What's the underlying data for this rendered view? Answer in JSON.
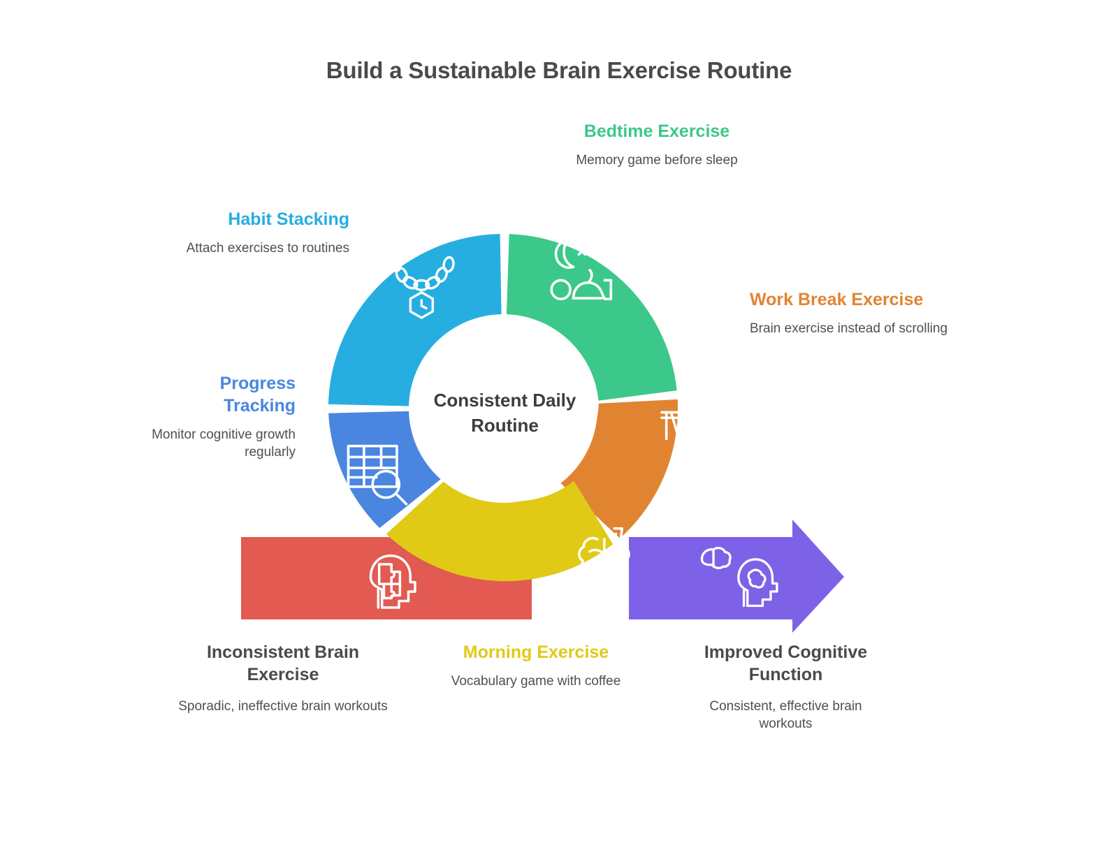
{
  "title": "Build a Sustainable Brain Exercise Routine",
  "center": {
    "line1": "Consistent Daily",
    "line2": "Routine",
    "text": "Consistent Daily Routine"
  },
  "colors": {
    "green": "#3CC88A",
    "orange": "#E18432",
    "yellow": "#E0CA16",
    "blue_cyan": "#27AEE0",
    "blue": "#4A86E0",
    "red": "#E25A52",
    "purple": "#7D62E8",
    "title_text": "#4a4a4a",
    "body_text": "#4f4f4f",
    "dark_heading": "#4a4a4a"
  },
  "segments": [
    {
      "key": "bedtime",
      "heading": "Bedtime Exercise",
      "description": "Memory game before sleep",
      "color": "#3CC88A",
      "icon": "moon-sleep-icon"
    },
    {
      "key": "work_break",
      "heading": "Work Break Exercise",
      "description": "Brain exercise instead of scrolling",
      "color": "#E18432",
      "icon": "person-at-desk-icon"
    },
    {
      "key": "morning",
      "heading": "Morning Exercise",
      "description": "Vocabulary game with coffee",
      "color": "#E0CA16",
      "icon": "brain-coffee-icon"
    },
    {
      "key": "progress",
      "heading": "Progress Tracking",
      "description": "Monitor cognitive growth regularly",
      "color": "#4A86E0",
      "icon": "table-search-icon"
    },
    {
      "key": "habit",
      "heading": "Habit Stacking",
      "description": "Attach exercises to routines",
      "color": "#27AEE0",
      "icon": "chain-link-icon"
    }
  ],
  "flow": {
    "start": {
      "heading": "Inconsistent Brain Exercise",
      "description": "Sporadic, ineffective brain workouts",
      "color": "#E25A52",
      "icon": "head-puzzle-icon"
    },
    "end": {
      "heading": "Improved Cognitive Function",
      "description": "Consistent, effective brain workouts",
      "color": "#7D62E8",
      "icon": "head-brain-icon"
    }
  }
}
